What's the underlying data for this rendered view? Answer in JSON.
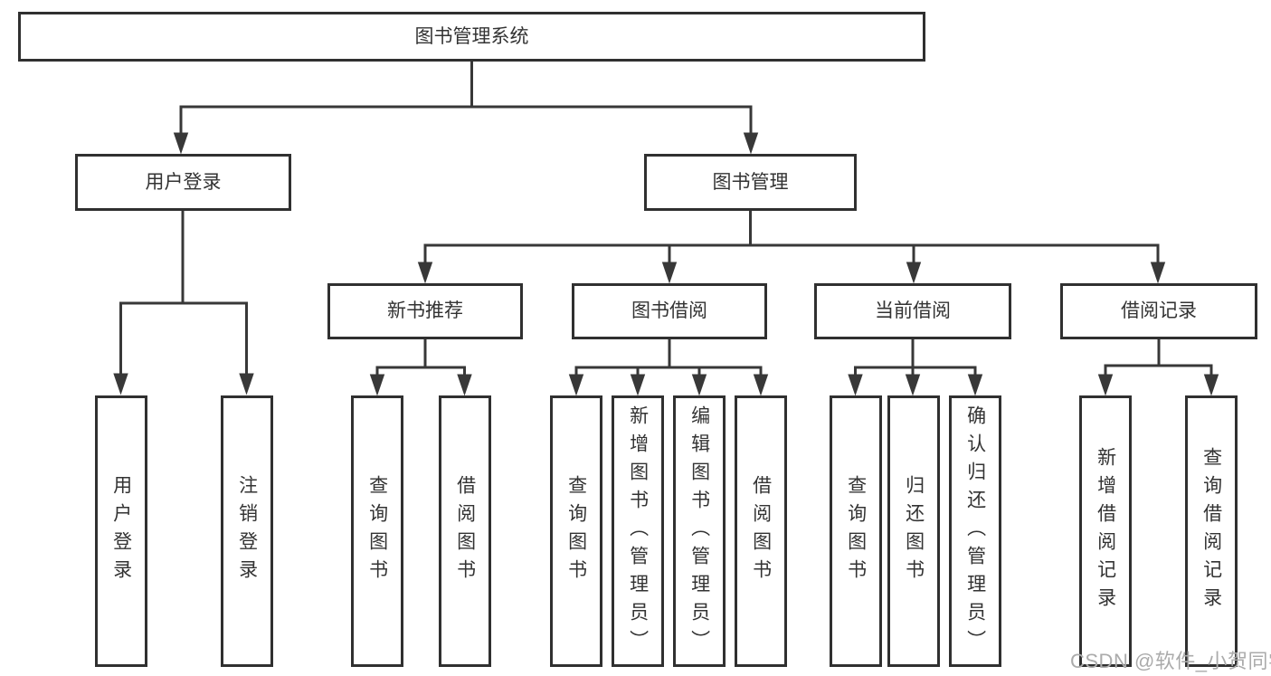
{
  "diagram": {
    "root": {
      "label": "图书管理系统",
      "children": [
        {
          "label": "用户登录",
          "children": [
            {
              "label": "用户登录"
            },
            {
              "label": "注销登录"
            }
          ]
        },
        {
          "label": "图书管理",
          "children": [
            {
              "label": "新书推荐",
              "children": [
                {
                  "label": "查询图书"
                },
                {
                  "label": "借阅图书"
                }
              ]
            },
            {
              "label": "图书借阅",
              "children": [
                {
                  "label": "查询图书"
                },
                {
                  "label": "新增图书（管理员）"
                },
                {
                  "label": "编辑图书（管理员）"
                },
                {
                  "label": "借阅图书"
                }
              ]
            },
            {
              "label": "当前借阅",
              "children": [
                {
                  "label": "查询图书"
                },
                {
                  "label": "归还图书"
                },
                {
                  "label": "确认归还（管理员）"
                }
              ]
            },
            {
              "label": "借阅记录",
              "children": [
                {
                  "label": "新增借阅记录"
                },
                {
                  "label": "查询借阅记录"
                }
              ]
            }
          ]
        }
      ]
    }
  },
  "watermark": "CSDN @软件_小贺同学",
  "colors": {
    "line": "#383838",
    "border": "#303030",
    "text": "#333333",
    "watermark": "#ababab"
  }
}
